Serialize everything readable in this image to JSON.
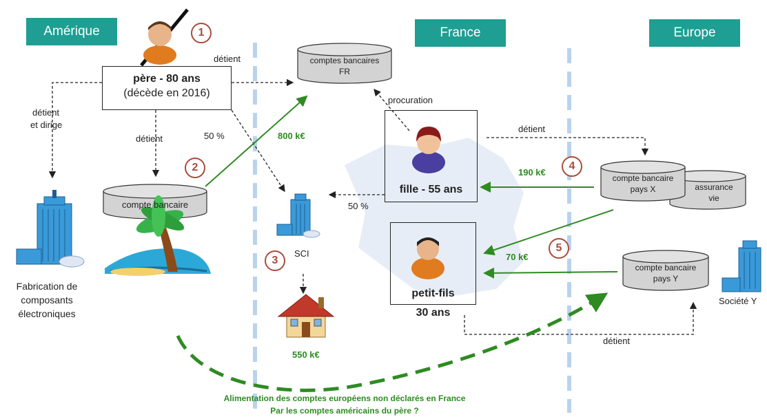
{
  "regions": {
    "amerique": "Amérique",
    "france": "France",
    "europe": "Europe"
  },
  "father": {
    "title": "père - 80 ans",
    "subtitle": "(décède en 2016)"
  },
  "daughter": {
    "label": "fille - 55 ans"
  },
  "grandson": {
    "line1": "petit-fils",
    "line2": "30 ans"
  },
  "accounts": {
    "fr_line1": "comptes bancaires",
    "fr_line2": "FR",
    "us": "compte bancaire",
    "x_line1": "compte bancaire",
    "x_line2": "pays X",
    "insurance_line1": "assurance",
    "insurance_line2": "vie",
    "y_line1": "compte bancaire",
    "y_line2": "pays Y"
  },
  "entities": {
    "manufacturing_line1": "Fabrication de",
    "manufacturing_line2": "composants",
    "manufacturing_line3": "électroniques",
    "sci": "SCI",
    "company_y": "Société Y"
  },
  "relations": {
    "detient_top": "détient",
    "detient_et": "détient",
    "dirige": "et dirige",
    "detient_left": "détient",
    "pct_father": "50 %",
    "pct_daughter": "50 %",
    "procuration": "procuration",
    "detient_daughter": "détient",
    "detient_grandson": "détient"
  },
  "amounts": {
    "a800": "800 k€",
    "a190": "190 k€",
    "a70": "70 k€",
    "a550": "550 k€"
  },
  "steps": [
    "1",
    "2",
    "3",
    "4",
    "5"
  ],
  "caption": {
    "line1": "Alimentation des comptes européens non déclarés en France",
    "line2": "Par les comptes américains du père ?"
  },
  "colors": {
    "tab": "#1f9e93",
    "green": "#2e8b22",
    "step": "#a94b3a",
    "divider": "#b9d3ee"
  }
}
